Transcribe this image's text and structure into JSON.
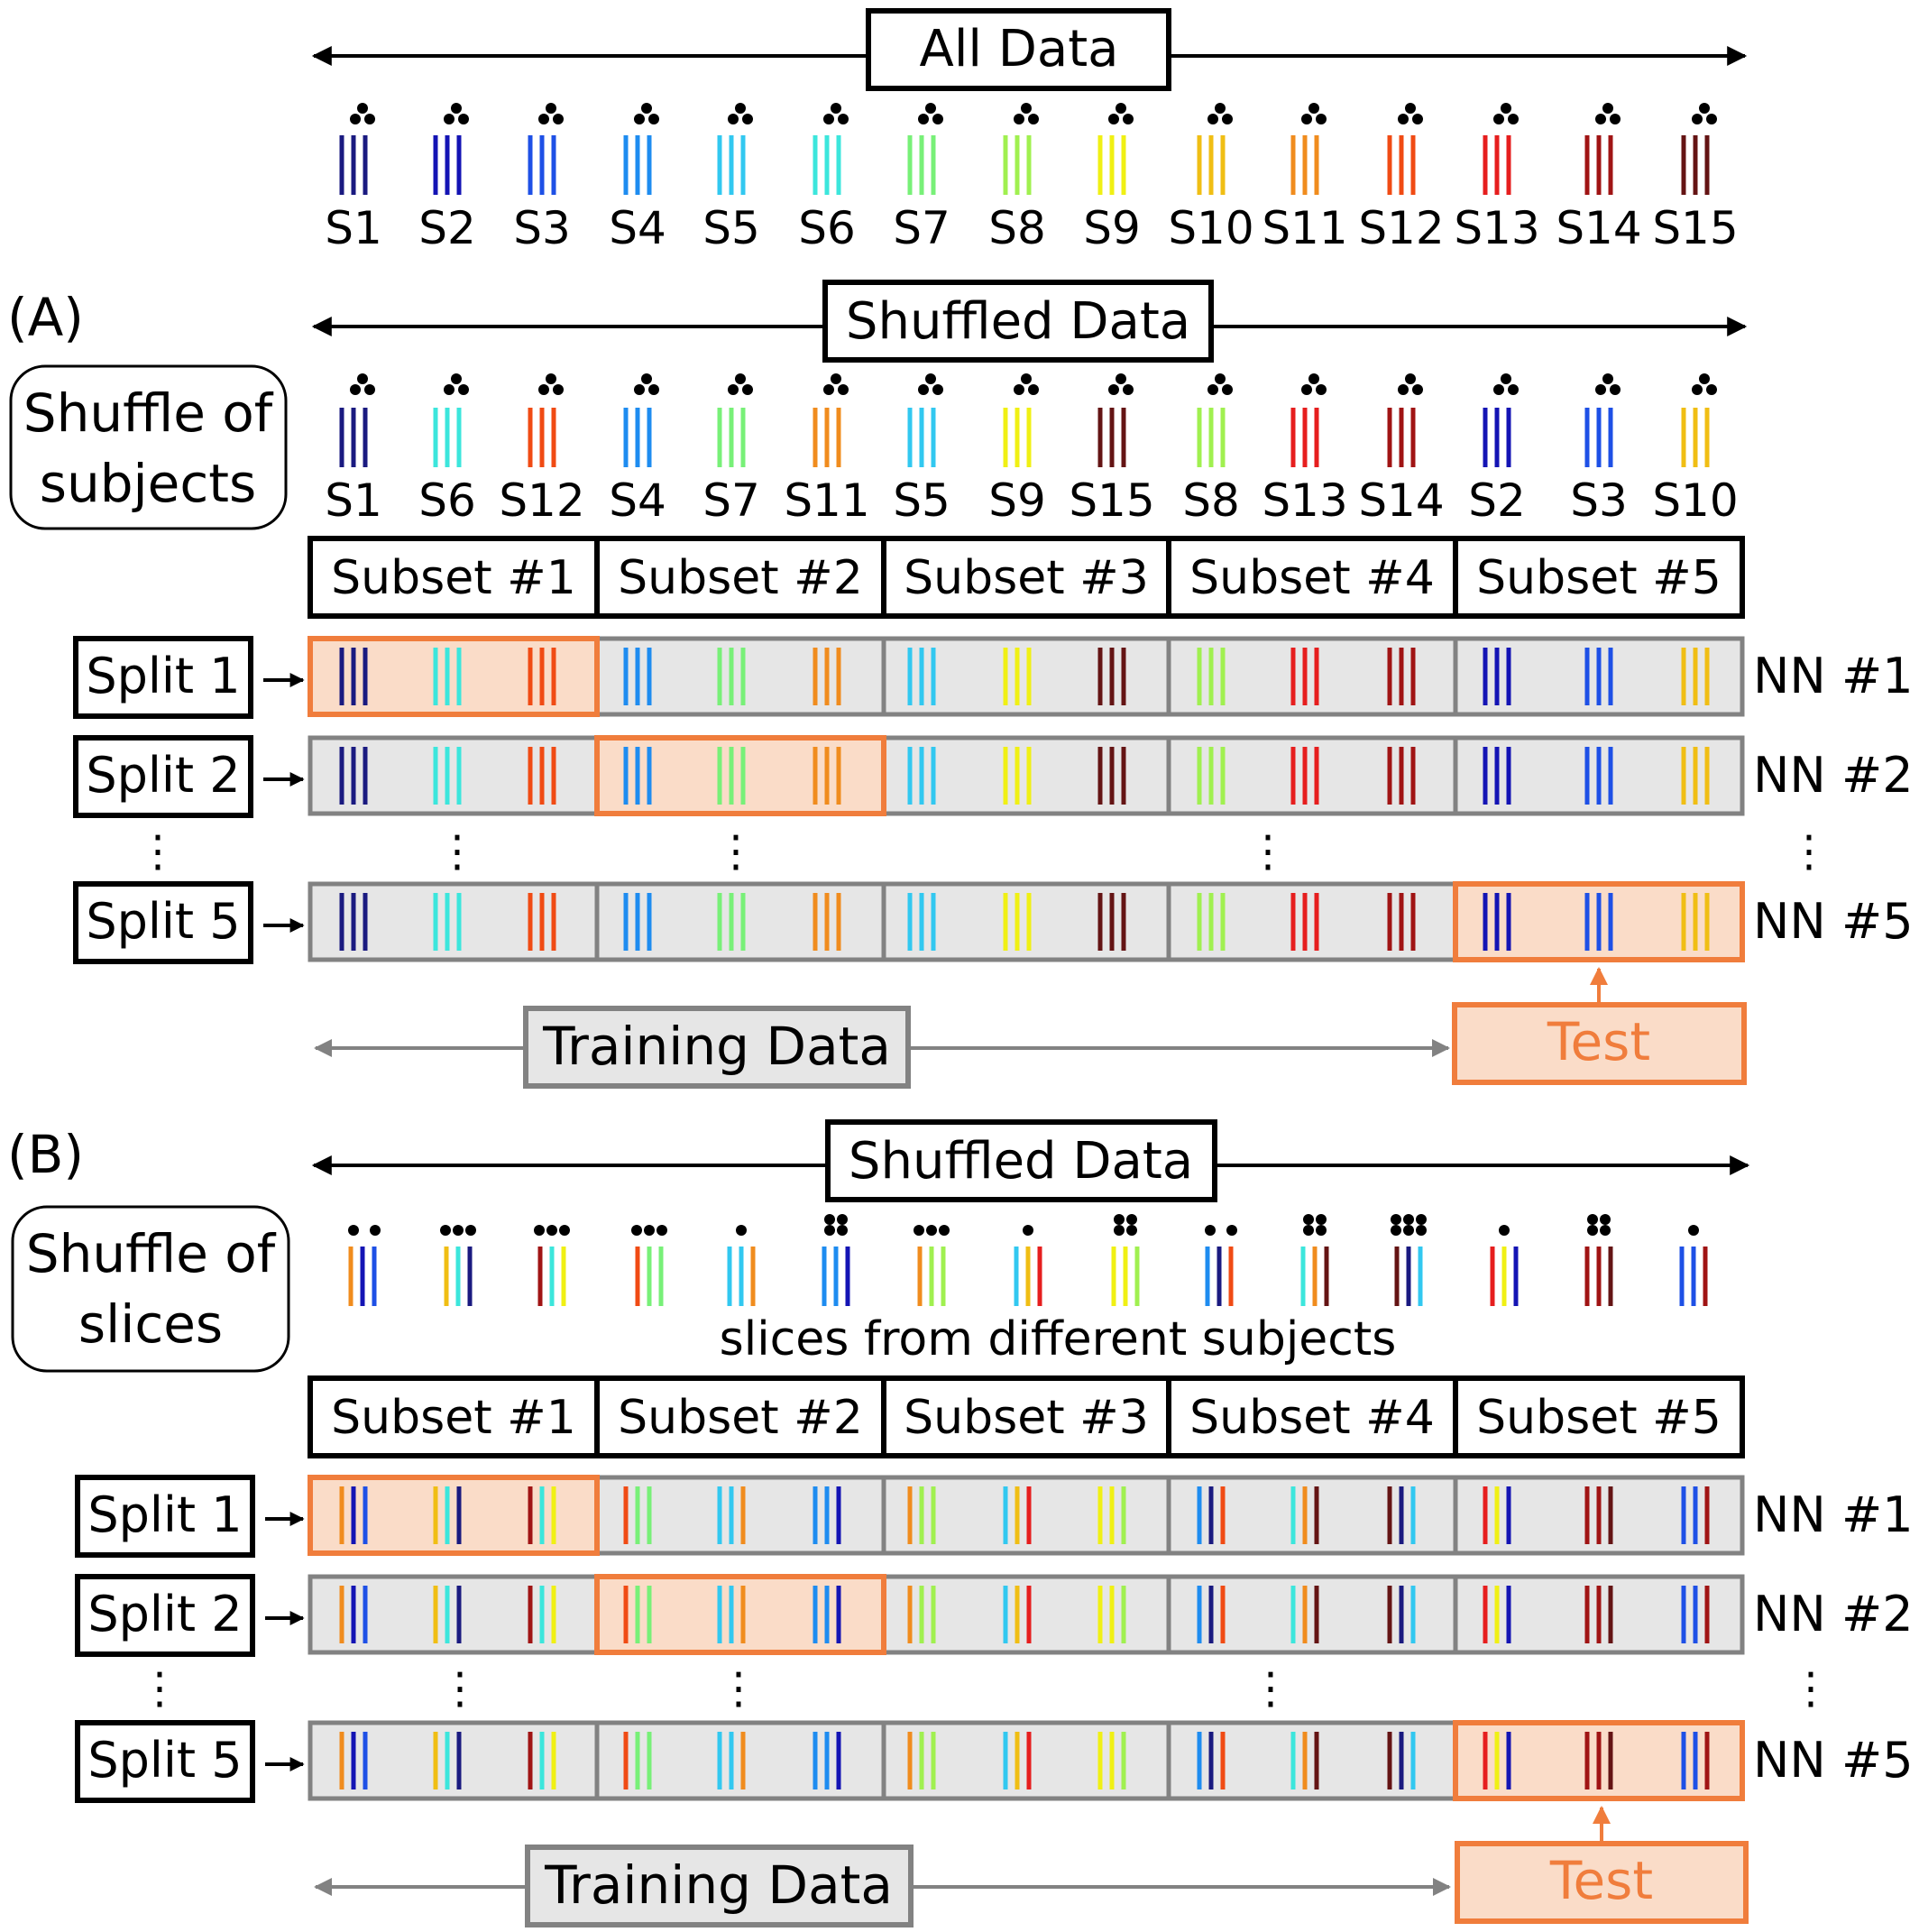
{
  "colors": {
    "subjects": [
      "#1a1a80",
      "#1414b4",
      "#1e50e6",
      "#1e8cf0",
      "#32c8f0",
      "#3ce6dc",
      "#78f078",
      "#a0f050",
      "#f0f014",
      "#f0be14",
      "#f08c1e",
      "#f04b14",
      "#e61e1e",
      "#a01414",
      "#641414"
    ],
    "accent": "#f07d3c",
    "accent_fill": "#fadcc8",
    "neutral_fill": "#e6e6e6",
    "neutral_border": "#828282",
    "ink": "#000000"
  },
  "all_data": {
    "label": "All Data",
    "subjects": [
      "S1",
      "S2",
      "S3",
      "S4",
      "S5",
      "S6",
      "S7",
      "S8",
      "S9",
      "S10",
      "S11",
      "S12",
      "S13",
      "S14",
      "S15"
    ]
  },
  "panel_a": {
    "tag": "(A)",
    "shuffled_label": "Shuffled Data",
    "shuffle_label_lines": [
      "Shuffle of",
      "subjects"
    ],
    "order": [
      "S1",
      "S6",
      "S12",
      "S4",
      "S7",
      "S11",
      "S5",
      "S9",
      "S15",
      "S8",
      "S13",
      "S14",
      "S2",
      "S3",
      "S10"
    ],
    "subsets": [
      "Subset #1",
      "Subset #2",
      "Subset #3",
      "Subset #4",
      "Subset #5"
    ],
    "splits": [
      {
        "label": "Split 1",
        "nn": "NN #1",
        "test_subset": 0
      },
      {
        "label": "Split 2",
        "nn": "NN #2",
        "test_subset": 1
      },
      {
        "label": "Split 5",
        "nn": "NN #5",
        "test_subset": 4
      }
    ],
    "ellipsis": "⋮",
    "training_label": "Training Data",
    "test_label": "Test"
  },
  "panel_b": {
    "tag": "(B)",
    "shuffled_label": "Shuffled Data",
    "shuffle_label_lines": [
      "Shuffle of",
      "slices"
    ],
    "caption": "slices from different subjects",
    "groups": [
      {
        "slices": [
          11,
          2,
          3
        ],
        "dots": 2
      },
      {
        "slices": [
          10,
          6,
          1
        ],
        "dots": 3
      },
      {
        "slices": [
          14,
          6,
          9
        ],
        "dots": 3
      },
      {
        "slices": [
          12,
          7,
          7
        ],
        "dots": 3
      },
      {
        "slices": [
          5,
          5,
          11
        ],
        "dots": 1
      },
      {
        "slices": [
          4,
          4,
          2
        ],
        "dots": 4
      },
      {
        "slices": [
          11,
          8,
          8
        ],
        "dots": 3
      },
      {
        "slices": [
          5,
          10,
          13
        ],
        "dots": 1
      },
      {
        "slices": [
          9,
          9,
          8
        ],
        "dots": 4
      },
      {
        "slices": [
          4,
          1,
          12
        ],
        "dots": 2
      },
      {
        "slices": [
          6,
          11,
          15
        ],
        "dots": 4
      },
      {
        "slices": [
          15,
          1,
          5
        ],
        "dots": 6
      },
      {
        "slices": [
          13,
          9,
          2
        ],
        "dots": 1
      },
      {
        "slices": [
          14,
          14,
          15
        ],
        "dots": 4
      },
      {
        "slices": [
          3,
          3,
          14
        ],
        "dots": 1
      }
    ],
    "subsets": [
      "Subset #1",
      "Subset #2",
      "Subset #3",
      "Subset #4",
      "Subset #5"
    ],
    "splits": [
      {
        "label": "Split 1",
        "nn": "NN #1",
        "test_subset": 0
      },
      {
        "label": "Split 2",
        "nn": "NN #2",
        "test_subset": 1
      },
      {
        "label": "Split 5",
        "nn": "NN #5",
        "test_subset": 4
      }
    ],
    "ellipsis": "⋮",
    "training_label": "Training Data",
    "test_label": "Test"
  }
}
